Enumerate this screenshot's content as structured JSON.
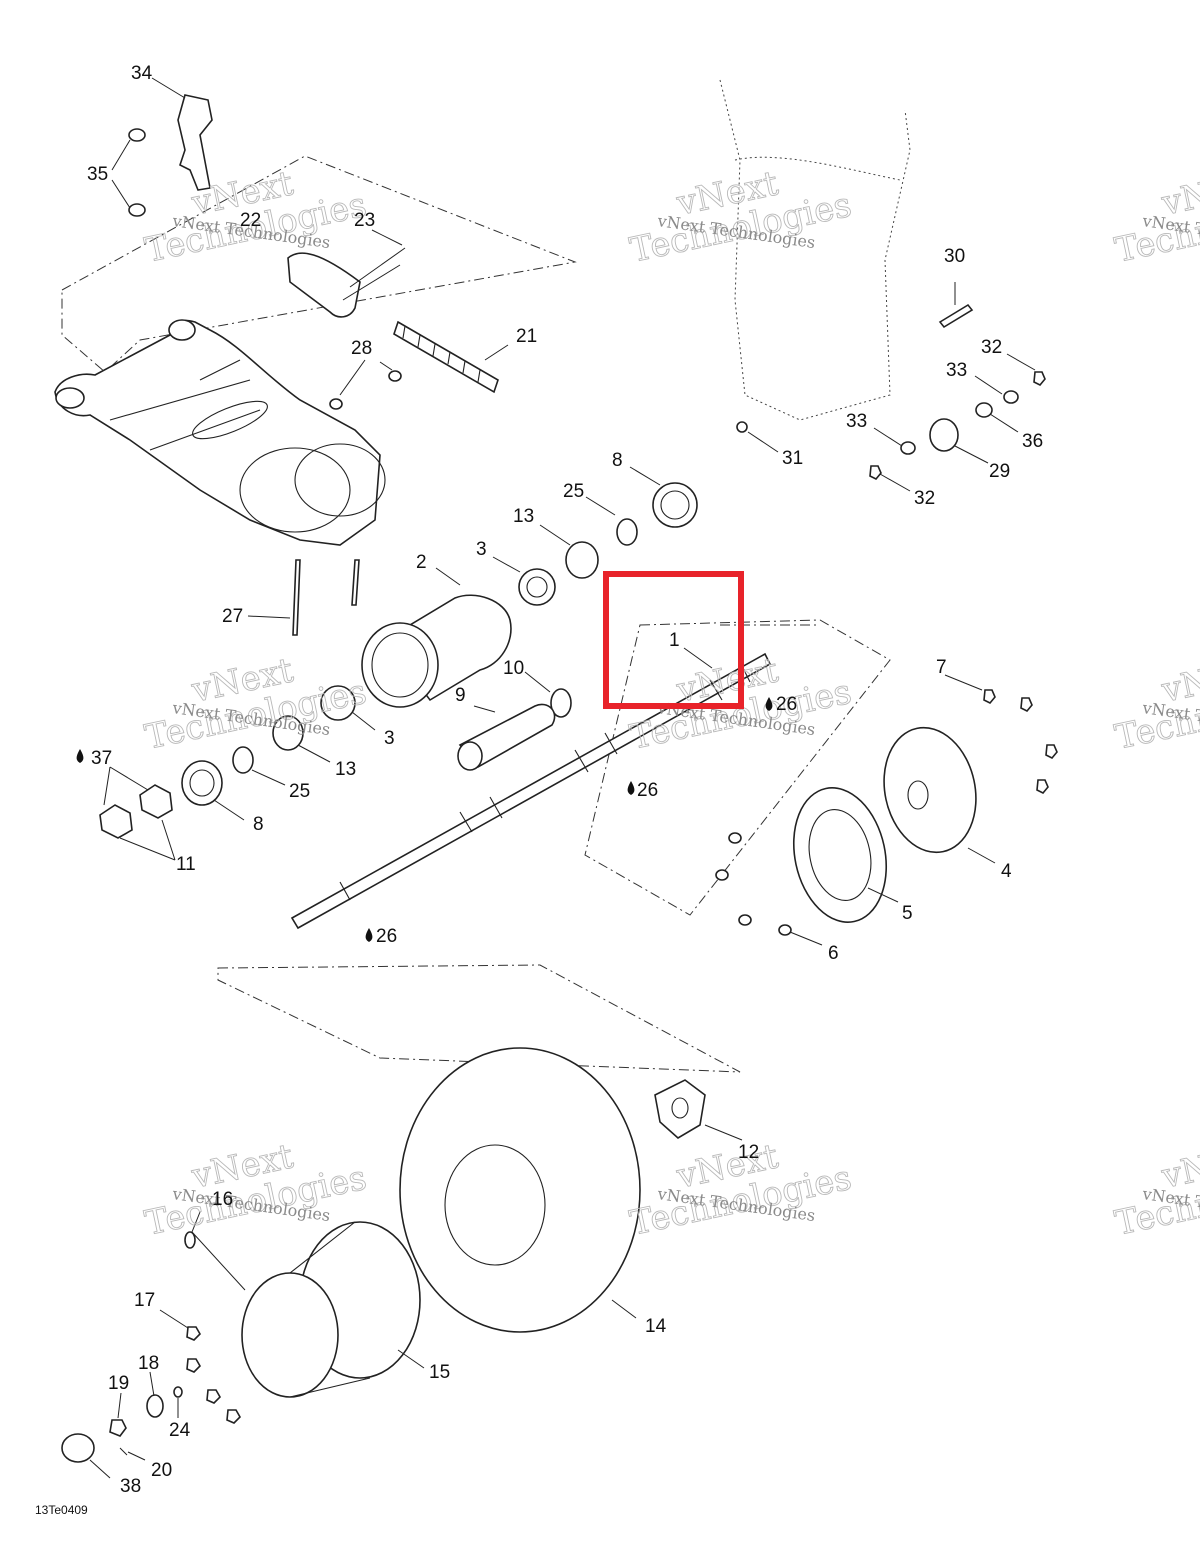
{
  "figure_code": "13Te0409",
  "watermark": {
    "line1": "vNext",
    "line2": "Technologies",
    "small": "vNext Technologies"
  },
  "highlight": {
    "color": "#e8232a",
    "part": "1"
  },
  "callouts": {
    "c1": "1",
    "c2": "2",
    "c3a": "3",
    "c3b": "3",
    "c4": "4",
    "c5": "5",
    "c6": "6",
    "c7": "7",
    "c8a": "8",
    "c8b": "8",
    "c9": "9",
    "c10": "10",
    "c11": "11",
    "c12": "12",
    "c13a": "13",
    "c13b": "13",
    "c14": "14",
    "c15": "15",
    "c16": "16",
    "c17": "17",
    "c18": "18",
    "c19": "19",
    "c20": "20",
    "c21": "21",
    "c22": "22",
    "c23": "23",
    "c24": "24",
    "c25a": "25",
    "c25b": "25",
    "c26a": "26",
    "c26b": "26",
    "c26c": "26",
    "c27": "27",
    "c28": "28",
    "c29": "29",
    "c30": "30",
    "c31": "31",
    "c32a": "32",
    "c32b": "32",
    "c33a": "33",
    "c33b": "33",
    "c34": "34",
    "c35": "35",
    "c36": "36",
    "c37": "37",
    "c38": "38"
  }
}
